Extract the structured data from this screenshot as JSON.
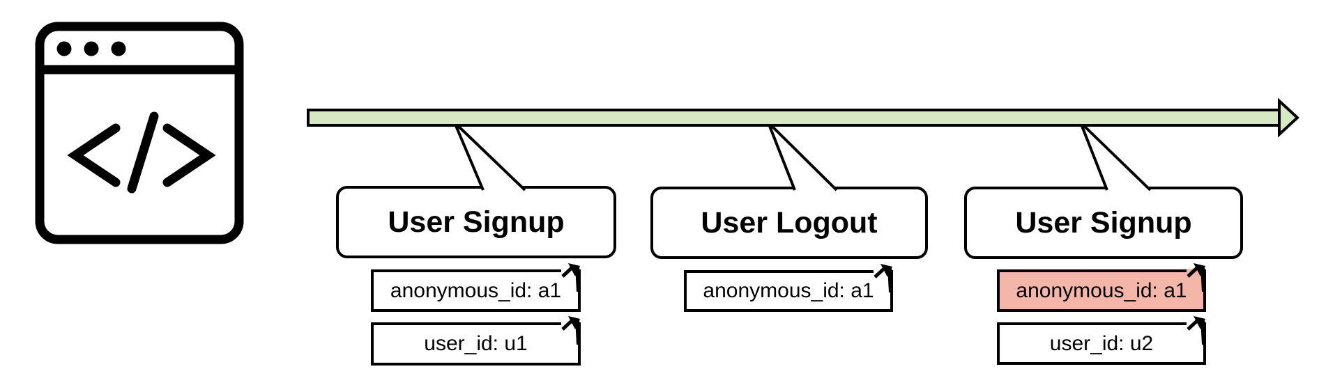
{
  "diagram": {
    "browser_icon": {
      "glyph": "</>",
      "dots": 3
    },
    "events": [
      {
        "label": "User Signup",
        "attributes": [
          {
            "text": "anonymous_id: a1",
            "highlighted": false
          },
          {
            "text": "user_id: u1",
            "highlighted": false
          }
        ]
      },
      {
        "label": "User Logout",
        "attributes": [
          {
            "text": "anonymous_id: a1",
            "highlighted": false
          }
        ]
      },
      {
        "label": "User Signup",
        "attributes": [
          {
            "text": "anonymous_id: a1",
            "highlighted": true
          },
          {
            "text": "user_id: u2",
            "highlighted": false
          }
        ]
      }
    ],
    "colors": {
      "timeline_fill": "#d6e8c4",
      "highlight_fill": "#f4b6a8",
      "outline": "#000000"
    }
  }
}
